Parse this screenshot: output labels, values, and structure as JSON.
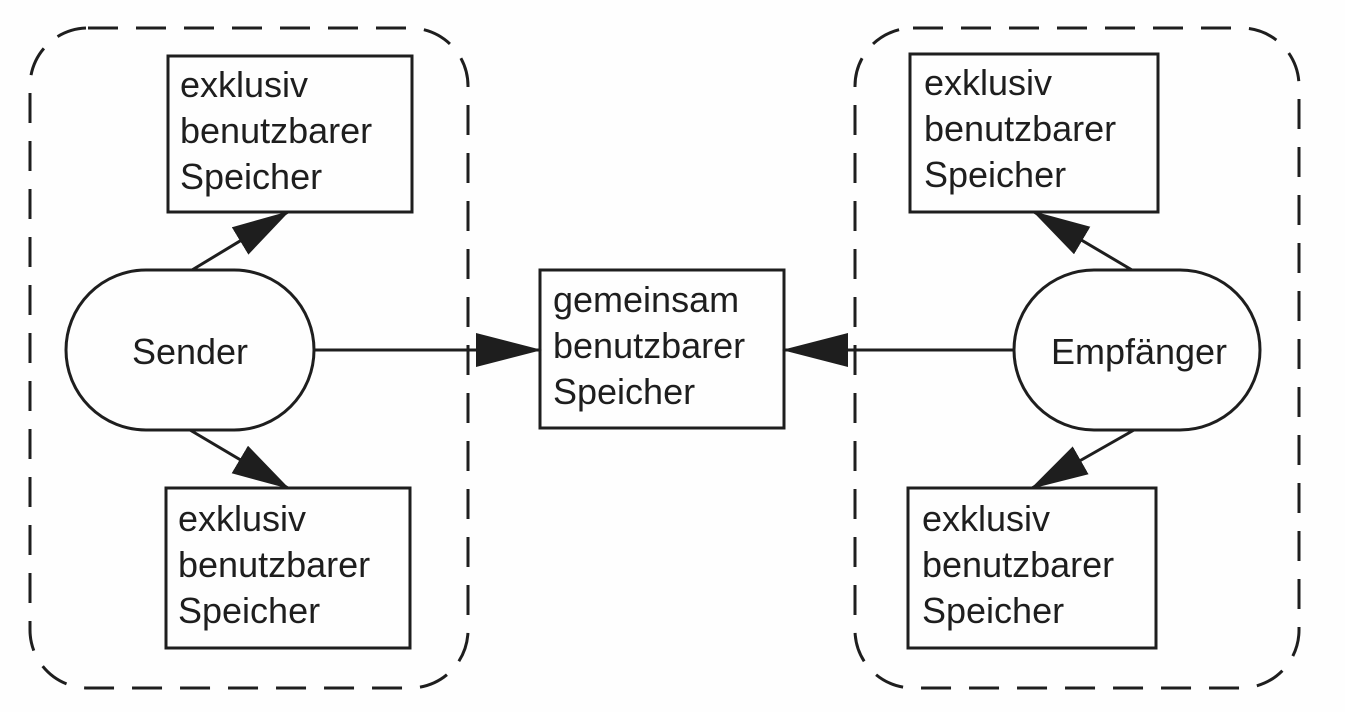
{
  "diagram": {
    "sender": {
      "label": "Sender",
      "memory_top": [
        "exklusiv",
        "benutzbarer",
        "Speicher"
      ],
      "memory_bottom": [
        "exklusiv",
        "benutzbarer",
        "Speicher"
      ]
    },
    "shared_memory": [
      "gemeinsam",
      "benutzbarer",
      "Speicher"
    ],
    "receiver": {
      "label": "Empfänger",
      "memory_top": [
        "exklusiv",
        "benutzbarer",
        "Speicher"
      ],
      "memory_bottom": [
        "exklusiv",
        "benutzbarer",
        "Speicher"
      ]
    }
  },
  "colors": {
    "ink": "#1e1e1e",
    "background": "#fefefe"
  }
}
